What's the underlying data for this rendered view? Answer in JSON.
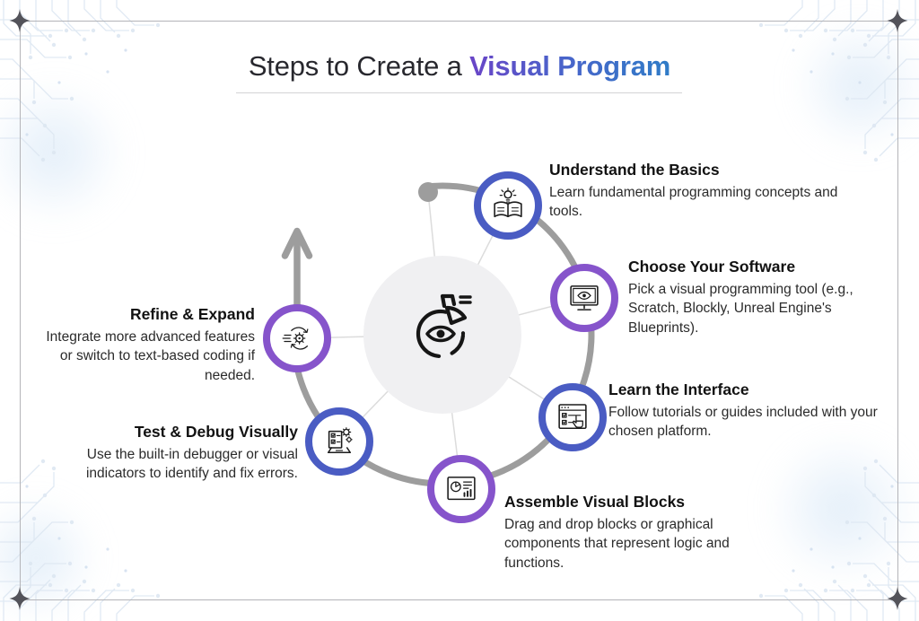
{
  "title": {
    "prefix": "Steps to Create a ",
    "highlight": "Visual Program"
  },
  "steps": [
    {
      "title": "Understand the Basics",
      "description": "Learn fundamental programming concepts and tools.",
      "icon": "book-lightbulb-icon",
      "ring_color": "#4a5cc3"
    },
    {
      "title": "Choose Your Software",
      "description": "Pick a visual programming tool (e.g., Scratch, Blockly, Unreal Engine's Blueprints).",
      "icon": "monitor-eye-icon",
      "ring_color": "#8654cb"
    },
    {
      "title": "Learn the Interface",
      "description": "Follow tutorials or guides included with your chosen platform.",
      "icon": "window-checklist-cursor-icon",
      "ring_color": "#4a5cc3"
    },
    {
      "title": "Assemble Visual Blocks",
      "description": "Drag and drop blocks or graphical components that represent logic and functions.",
      "icon": "chart-board-icon",
      "ring_color": "#8654cb"
    },
    {
      "title": "Test & Debug Visually",
      "description": "Use the built-in debugger or visual indicators to identify and fix errors.",
      "icon": "laptop-checklist-gear-icon",
      "ring_color": "#4a5cc3"
    },
    {
      "title": "Refine & Expand",
      "description": "Integrate more advanced features or switch to text-based coding if needed.",
      "icon": "gear-cycle-arrows-icon",
      "ring_color": "#8654cb"
    }
  ],
  "center_icon": "donut-chart-eye-icon",
  "colors": {
    "ring_blue": "#4a5cc3",
    "ring_purple": "#8654cb",
    "path_gray": "#9d9d9d",
    "center_circle_fill": "#f0f0f2",
    "title_purple": "#6a45c7",
    "title_blue": "#2f7cc7",
    "circuit_trace": "#dde7f2"
  }
}
